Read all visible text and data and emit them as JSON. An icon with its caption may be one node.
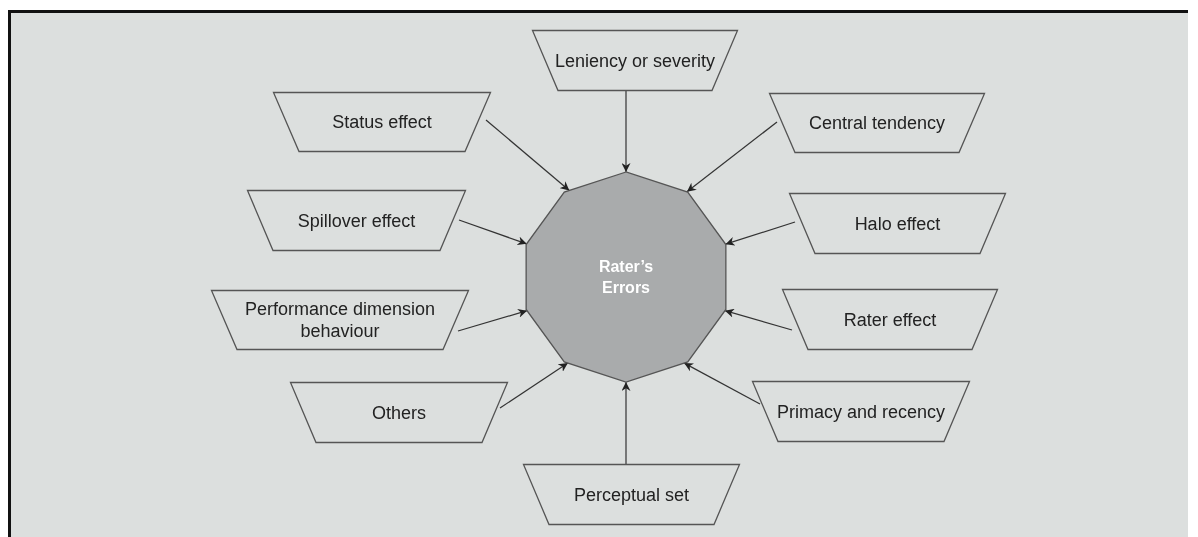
{
  "diagram": {
    "nodes": [
      {
        "text": [
          "Rater’s Errors"
        ]
      },
      {
        "text": [
          "Leniency or severity"
        ]
      },
      {
        "text": [
          "Status effect"
        ]
      },
      {
        "text": [
          "Central tendency"
        ]
      },
      {
        "text": [
          "Spillover effect"
        ]
      },
      {
        "text": [
          "Halo effect"
        ]
      },
      {
        "text": [
          "Performance dimension behaviour"
        ]
      },
      {
        "text": [
          "Rater effect"
        ]
      },
      {
        "text": [
          "Others"
        ]
      },
      {
        "text": [
          "Primacy and recency"
        ]
      },
      {
        "text": [
          "Perceptual set"
        ]
      }
    ],
    "edges": [
      {
        "from": 1,
        "to": 0,
        "arrow": "to"
      },
      {
        "from": 2,
        "to": 0,
        "arrow": "to"
      },
      {
        "from": 3,
        "to": 0,
        "arrow": "to"
      },
      {
        "from": 4,
        "to": 0,
        "arrow": "to"
      },
      {
        "from": 5,
        "to": 0,
        "arrow": "to"
      },
      {
        "from": 6,
        "to": 0,
        "arrow": "to"
      },
      {
        "from": 7,
        "to": 0,
        "arrow": "to"
      },
      {
        "from": 8,
        "to": 0,
        "arrow": "to"
      },
      {
        "from": 9,
        "to": 0,
        "arrow": "to"
      },
      {
        "from": 10,
        "to": 0,
        "arrow": "to"
      }
    ]
  }
}
